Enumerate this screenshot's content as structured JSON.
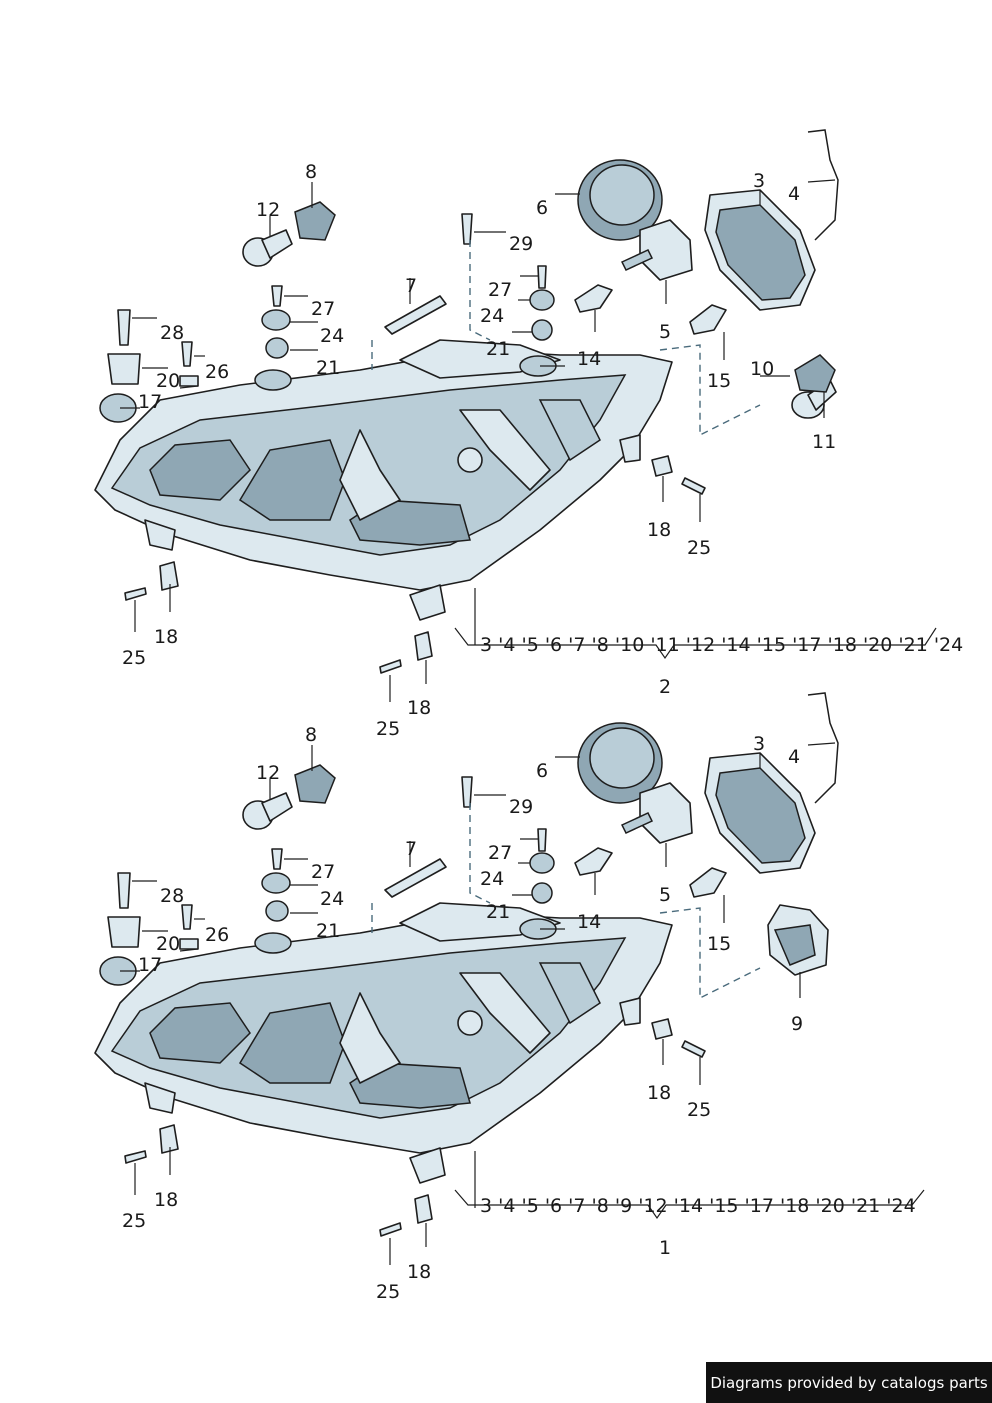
{
  "footer": {
    "text": "Diagrams provided by catalogs parts"
  },
  "assemblies": [
    {
      "id": "upper",
      "callouts": [
        "8",
        "12",
        "6",
        "3",
        "4",
        "29",
        "7",
        "27",
        "24",
        "21",
        "28",
        "26",
        "20",
        "17",
        "14",
        "5",
        "15",
        "10",
        "11",
        "18",
        "25",
        "18",
        "25",
        "18",
        "25"
      ],
      "group_label": "3 '4 '5 '6 '7 '8 '10 '11 '12 '14 '15 '17 '18 '20 '21 '24",
      "group_number": "2"
    },
    {
      "id": "lower",
      "callouts": [
        "8",
        "12",
        "6",
        "3",
        "4",
        "29",
        "7",
        "27",
        "24",
        "21",
        "28",
        "26",
        "20",
        "17",
        "14",
        "5",
        "15",
        "9",
        "18",
        "25",
        "18",
        "25",
        "18",
        "25"
      ],
      "group_label": "3 '4 '5 '6 '7 '8 '9 '12 '14 '15 '17 '18 '20 '21 '24",
      "group_number": "1"
    }
  ]
}
